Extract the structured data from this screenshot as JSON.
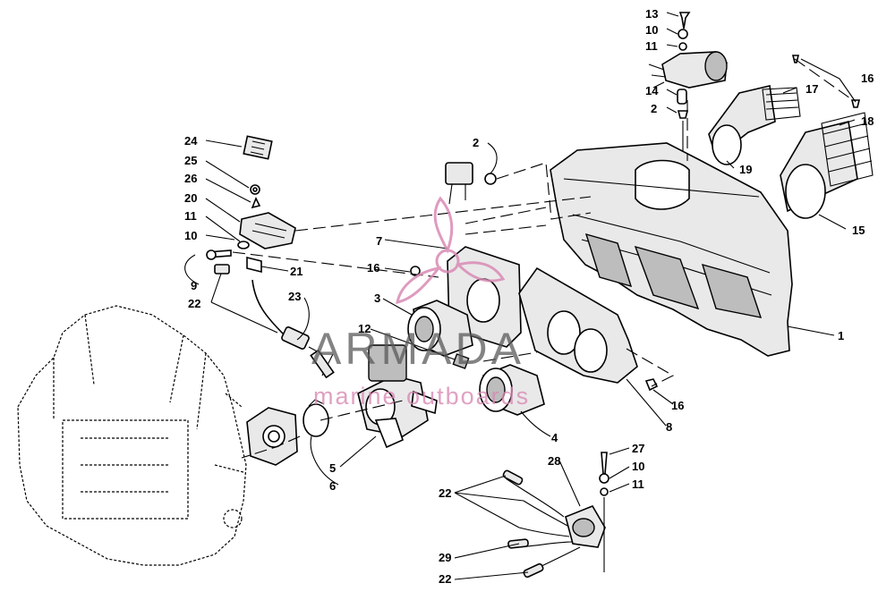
{
  "watermark": {
    "brand": "ARMADA",
    "tagline": "marine outboards",
    "color": "#d98ab4"
  },
  "callouts": [
    "13",
    "10",
    "11",
    "14",
    "2",
    "16",
    "17",
    "18",
    "19",
    "15",
    "24",
    "25",
    "26",
    "20",
    "11",
    "10",
    "9",
    "22",
    "21",
    "23",
    "2",
    "7",
    "16",
    "3",
    "12",
    "1",
    "16",
    "8",
    "4",
    "5",
    "6",
    "27",
    "10",
    "11",
    "28",
    "22",
    "29",
    "22"
  ]
}
